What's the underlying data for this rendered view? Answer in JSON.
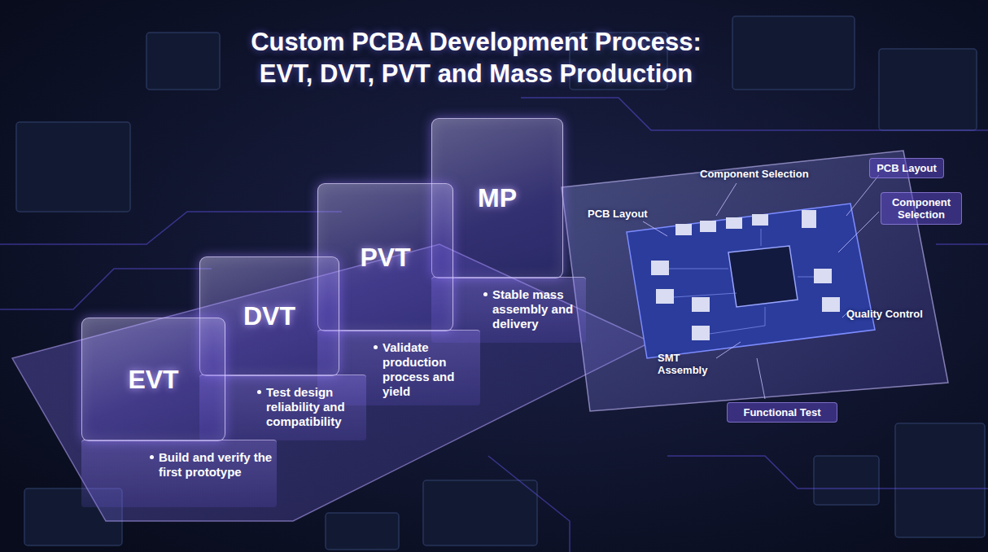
{
  "diagram": {
    "title": "Custom PCBA Development Process: EVT, DVT, PVT and Mass Production",
    "nodes": [
      {
        "text": [
          "EVT",
          "Build and verify the first prototype"
        ]
      },
      {
        "text": [
          "DVT",
          "Test design reliability and compatibility"
        ]
      },
      {
        "text": [
          "PVT",
          "Validate production process and yield"
        ]
      },
      {
        "text": [
          "MP",
          "Stable mass assembly and delivery"
        ]
      },
      {
        "text": [
          "PCB Layout"
        ]
      },
      {
        "text": [
          "Component Selection"
        ]
      },
      {
        "text": [
          "Functional Test"
        ]
      }
    ],
    "labels": [
      "Component Selection",
      "PCB Layout",
      "Quality Control",
      "SMT Assembly"
    ]
  }
}
